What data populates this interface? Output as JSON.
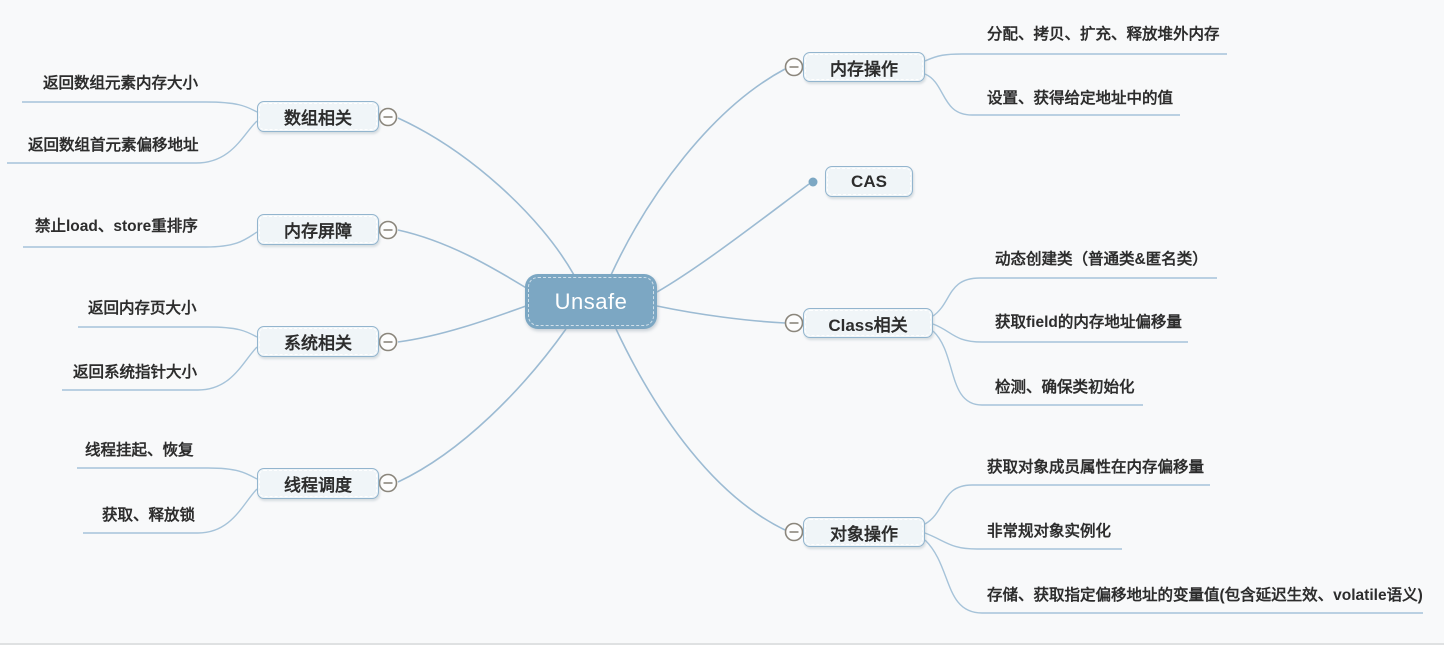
{
  "root": {
    "label": "Unsafe"
  },
  "colors": {
    "background": "#F8F9FA",
    "root_fill": "#7CA7C3",
    "connector_line": "#9CBBD3",
    "leaf_line": "#A6C3D9",
    "topic_border": "#93B5CE",
    "topic_fill": "#F0F5F8",
    "text": "#2D2D2D",
    "collapse_icon_stroke": "#8B867C"
  },
  "icons": {
    "collapse": "minus-circle",
    "cas_terminal": "dot"
  },
  "left_branches": [
    {
      "label": "数组相关",
      "children": [
        "返回数组元素内存大小",
        "返回数组首元素偏移地址"
      ]
    },
    {
      "label": "内存屏障",
      "children": [
        "禁止load、store重排序"
      ]
    },
    {
      "label": "系统相关",
      "children": [
        "返回内存页大小",
        "返回系统指针大小"
      ]
    },
    {
      "label": "线程调度",
      "children": [
        "线程挂起、恢复",
        "获取、释放锁"
      ]
    }
  ],
  "right_branches": [
    {
      "label": "内存操作",
      "children": [
        "分配、拷贝、扩充、释放堆外内存",
        "设置、获得给定地址中的值"
      ]
    },
    {
      "label": "CAS",
      "children": []
    },
    {
      "label": "Class相关",
      "children": [
        "动态创建类（普通类&匿名类）",
        "获取field的内存地址偏移量",
        "检测、确保类初始化"
      ]
    },
    {
      "label": "对象操作",
      "children": [
        "获取对象成员属性在内存偏移量",
        "非常规对象实例化",
        "存储、获取指定偏移地址的变量值(包含延迟生效、volatile语义)"
      ]
    }
  ]
}
